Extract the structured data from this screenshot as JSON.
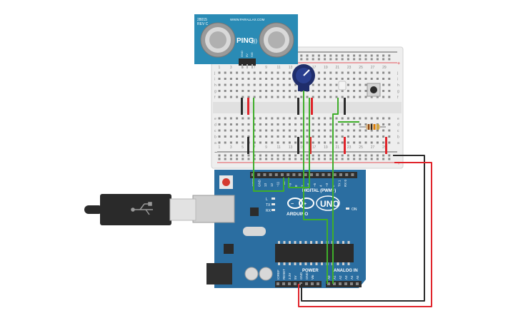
{
  "ping_sensor": {
    "model": "28015",
    "rev": "REV C",
    "url": "WWW.PARALLAX.COM",
    "brand": "PING",
    "pins": [
      "GND",
      "5V",
      "SIG"
    ]
  },
  "breadboard": {
    "row_labels_top": [
      "j",
      "i",
      "h",
      "g",
      "f"
    ],
    "row_labels_bottom": [
      "e",
      "d",
      "c",
      "b",
      "a"
    ],
    "column_numbers": [
      "1",
      "3",
      "5",
      "7",
      "9",
      "11",
      "13",
      "15",
      "17",
      "19",
      "21",
      "23",
      "25",
      "27",
      "29"
    ],
    "rail_minus": "−",
    "rail_plus": "+"
  },
  "arduino": {
    "brand_word": "ARDUINO",
    "model": "UNO",
    "digital_header_label": "DIGITAL (PWM~)",
    "digital_pins": [
      "AREF",
      "GND",
      "13",
      "12",
      "~11",
      "~10",
      "~9",
      "8",
      "7",
      "~6",
      "~5",
      "4",
      "~3",
      "2",
      "TX 1",
      "RX 0"
    ],
    "led_labels": [
      "L",
      "TX",
      "RX"
    ],
    "on_label": "ON",
    "power_label": "POWER",
    "power_pins": [
      "IOREF",
      "RESET",
      "3.3V",
      "5V",
      "GND",
      "GND",
      "Vin"
    ],
    "analog_label": "ANALOG IN",
    "analog_pins": [
      "A0",
      "A1",
      "A2",
      "A3",
      "A4",
      "A5"
    ]
  },
  "colors": {
    "wire_green": "#3fae2a",
    "wire_red": "#e0242b",
    "wire_black": "#2b2b2b",
    "board_blue": "#2b6ea1",
    "sensor_blue": "#2a8bb5",
    "breadboard": "#eeeeee"
  }
}
